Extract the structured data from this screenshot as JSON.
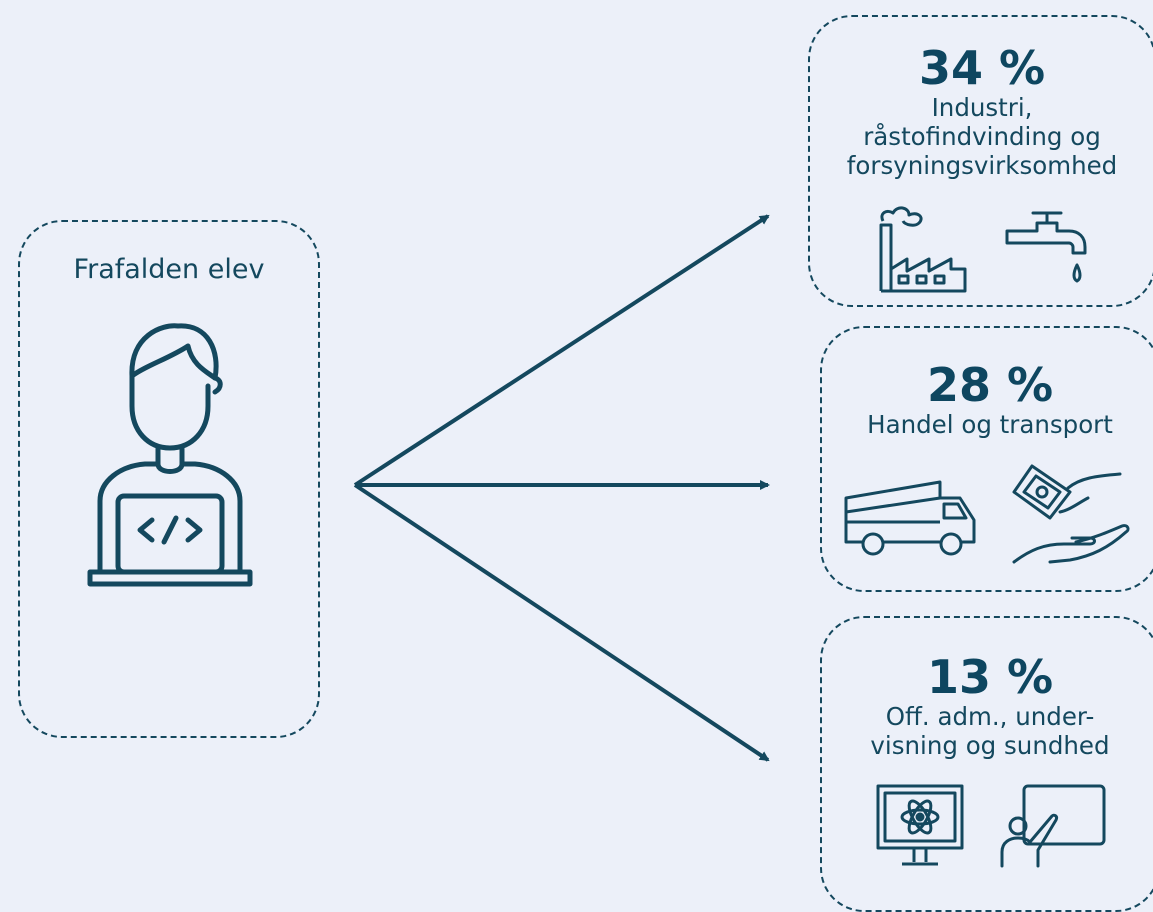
{
  "student": {
    "label": "Frafalden elev",
    "icon": "programmer-laptop-icon"
  },
  "categories": [
    {
      "percent": "34 %",
      "label_lines": [
        "Industri,",
        "råstofindvinding og",
        "forsyningsvirksomhed"
      ],
      "icons": [
        "factory-icon",
        "water-tap-icon"
      ]
    },
    {
      "percent": "28 %",
      "label_lines": [
        "Handel og transport"
      ],
      "icons": [
        "dump-truck-icon",
        "money-payment-icon"
      ]
    },
    {
      "percent": "13 %",
      "label_lines": [
        "Off. adm., under-",
        "visning og sundhed"
      ],
      "icons": [
        "science-monitor-icon",
        "teacher-board-icon"
      ]
    }
  ],
  "colors": {
    "background": "#ecf0f9",
    "primary": "#14485e"
  }
}
